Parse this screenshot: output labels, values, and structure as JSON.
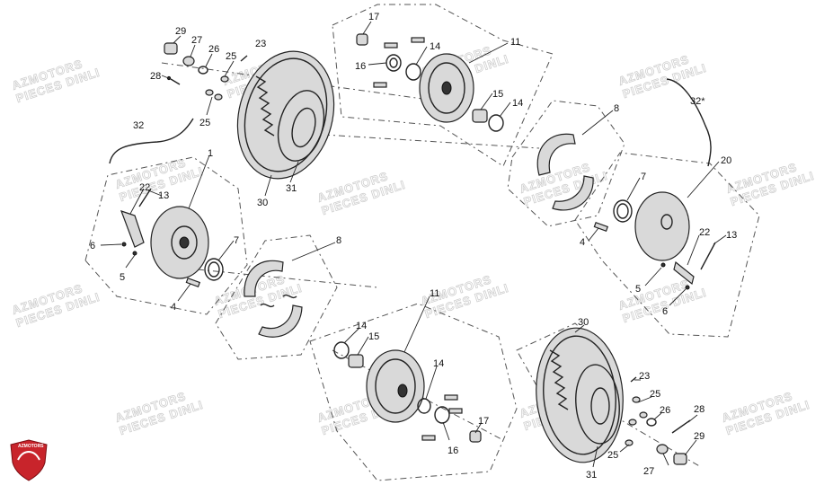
{
  "watermark": {
    "line1": "AZMOTORS",
    "line2": "PIECES DINLI"
  },
  "logo": {
    "text": "AZMOTORS",
    "color": "#c8242b"
  },
  "callouts": {
    "tl_29": "29",
    "tl_27": "27",
    "tl_26": "26",
    "tl_25a": "25",
    "tl_23": "23",
    "tl_28": "28",
    "tl_25b": "25",
    "tl_30": "30",
    "tl_31": "31",
    "tl_32": "32",
    "tc_17": "17",
    "tc_14a": "14",
    "tc_11": "11",
    "tc_16": "16",
    "tc_15": "15",
    "tc_14b": "14",
    "tr_8": "8",
    "tr_32": "32*",
    "ml_1": "1",
    "ml_22": "22",
    "ml_13": "13",
    "ml_6": "6",
    "ml_5": "5",
    "ml_7": "7",
    "ml_4": "4",
    "cm_8": "8",
    "mr_20": "20",
    "mr_7": "7",
    "mr_4": "4",
    "mr_22": "22",
    "mr_13": "13",
    "mr_5": "5",
    "mr_6": "6",
    "bc_11": "11",
    "bc_14a": "14",
    "bc_15": "15",
    "bc_14b": "14",
    "bc_17": "17",
    "bc_16": "16",
    "br_30": "30",
    "br_23": "23",
    "br_25a": "25",
    "br_26": "26",
    "br_28": "28",
    "br_29": "29",
    "br_25b": "25",
    "br_27": "27",
    "br_31": "31"
  }
}
